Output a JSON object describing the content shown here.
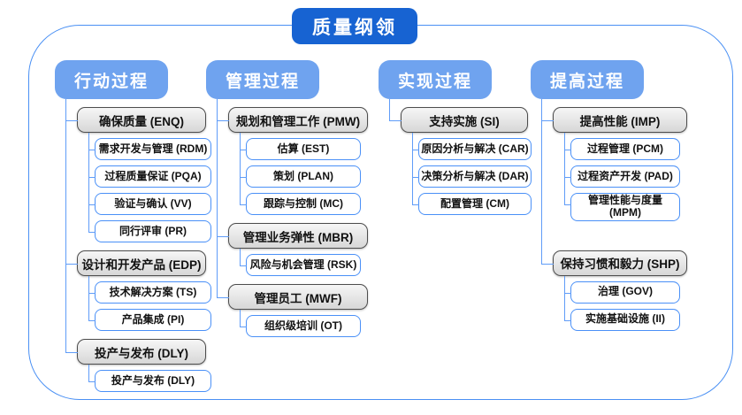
{
  "title": "质量纲领",
  "colors": {
    "title_bg": "#1763d2",
    "header_bg": "#6fa3ef",
    "connector": "#5f9cf8",
    "container_border": "#4a90f4",
    "item_border": "#4a90f7",
    "group_border": "#4d4d4d"
  },
  "columns": [
    {
      "header": "行动过程",
      "groups": [
        {
          "label": "确保质量 (ENQ)",
          "children": [
            "需求开发与管理 (RDM)",
            "过程质量保证 (PQA)",
            "验证与确认 (VV)",
            "同行评审 (PR)"
          ]
        },
        {
          "label": "设计和开发产品 (EDP)",
          "children": [
            "技术解决方案 (TS)",
            "产品集成 (PI)"
          ]
        },
        {
          "label": "投产与发布 (DLY)",
          "children": [
            "投产与发布 (DLY)"
          ]
        }
      ]
    },
    {
      "header": "管理过程",
      "groups": [
        {
          "label": "规划和管理工作 (PMW)",
          "children": [
            "估算 (EST)",
            "策划 (PLAN)",
            "跟踪与控制 (MC)"
          ]
        },
        {
          "label": "管理业务弹性 (MBR)",
          "children": [
            "风险与机会管理 (RSK)"
          ]
        },
        {
          "label": "管理员工 (MWF)",
          "children": [
            "组织级培训 (OT)"
          ]
        }
      ]
    },
    {
      "header": "实现过程",
      "groups": [
        {
          "label": "支持实施 (SI)",
          "children": [
            "原因分析与解决 (CAR)",
            "决策分析与解决 (DAR)",
            "配置管理 (CM)"
          ]
        }
      ]
    },
    {
      "header": "提高过程",
      "groups": [
        {
          "label": "提高性能 (IMP)",
          "children": [
            "过程管理 (PCM)",
            "过程资产开发 (PAD)",
            "管理性能与度量 (MPM)"
          ]
        },
        {
          "label": "保持习惯和毅力 (SHP)",
          "children": [
            "治理 (GOV)",
            "实施基础设施 (II)"
          ]
        }
      ]
    }
  ]
}
